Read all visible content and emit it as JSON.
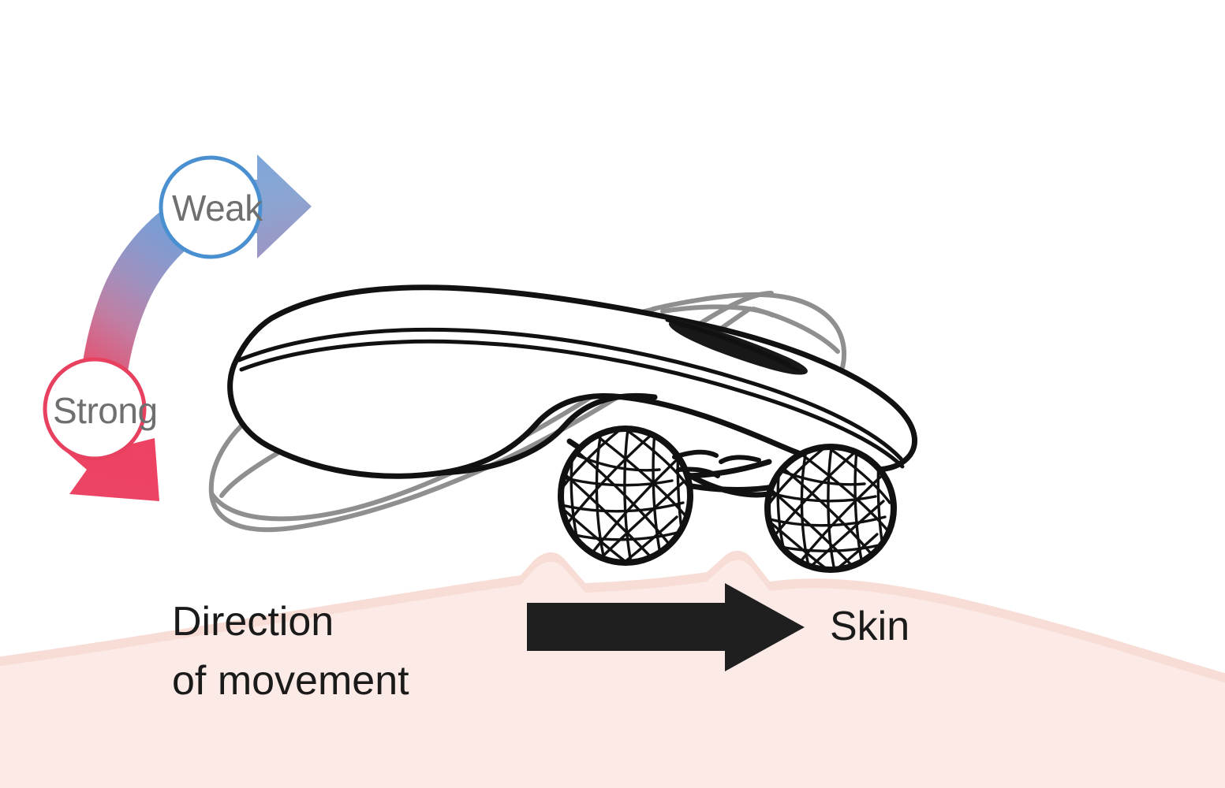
{
  "figure": {
    "title": "Massage roller device on skin",
    "background_color": "#ffffff"
  },
  "labels": {
    "weak": "Weak",
    "strong": "Strong",
    "direction_line1": "Direction",
    "direction_line2": "of movement",
    "skin": "Skin"
  },
  "colors": {
    "weak_circle_stroke": "#4a8fd0",
    "strong_circle_stroke": "#e8405f",
    "arrow_gradient_start": "#6f9ed6",
    "arrow_gradient_end": "#ee3f5e",
    "label_text_gray": "#6f6f6f",
    "label_text_black": "#1a1a1a",
    "skin_fill": "#fbeae6",
    "skin_edge": "#f7ddd6",
    "device_outline": "#111111",
    "device_ghost_outline": "#8f8f8f",
    "movement_arrow": "#1f1f1f"
  },
  "elements": {
    "weak_label_circle": "weak-indicator-circle",
    "strong_label_circle": "strong-indicator-circle",
    "pressure_arrow": "pressure-gradient-arrow",
    "movement_arrow": "movement-direction-arrow",
    "roller_front": "roller-ball-front",
    "roller_back": "roller-ball-back",
    "device_body": "massage-device-body",
    "skin_surface": "skin-surface"
  }
}
